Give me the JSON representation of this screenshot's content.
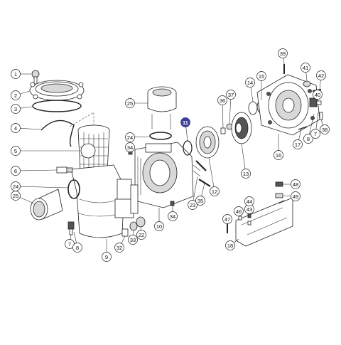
{
  "diagram": {
    "highlight_color": "#3b3f9a",
    "callouts": [
      {
        "id": "c1",
        "label": "1",
        "highlighted": false
      },
      {
        "id": "c2",
        "label": "2",
        "highlighted": false
      },
      {
        "id": "c3",
        "label": "3",
        "highlighted": false
      },
      {
        "id": "c4",
        "label": "4",
        "highlighted": false
      },
      {
        "id": "c5",
        "label": "5",
        "highlighted": false
      },
      {
        "id": "c6",
        "label": "6",
        "highlighted": false
      },
      {
        "id": "c24a",
        "label": "24",
        "highlighted": false
      },
      {
        "id": "c25a",
        "label": "25",
        "highlighted": false
      },
      {
        "id": "c7a",
        "label": "7",
        "highlighted": false
      },
      {
        "id": "c8a",
        "label": "8",
        "highlighted": false
      },
      {
        "id": "c9",
        "label": "9",
        "highlighted": false
      },
      {
        "id": "c32",
        "label": "32",
        "highlighted": false
      },
      {
        "id": "c33",
        "label": "33",
        "highlighted": false
      },
      {
        "id": "c22",
        "label": "22",
        "highlighted": false
      },
      {
        "id": "c10",
        "label": "10",
        "highlighted": false
      },
      {
        "id": "c25b",
        "label": "25",
        "highlighted": false
      },
      {
        "id": "c24b",
        "label": "24",
        "highlighted": false
      },
      {
        "id": "c34a",
        "label": "34",
        "highlighted": false
      },
      {
        "id": "c11",
        "label": "11",
        "highlighted": true
      },
      {
        "id": "c34b",
        "label": "34",
        "highlighted": false
      },
      {
        "id": "c23",
        "label": "23",
        "highlighted": false
      },
      {
        "id": "c35",
        "label": "35",
        "highlighted": false
      },
      {
        "id": "c12",
        "label": "12",
        "highlighted": false
      },
      {
        "id": "c36",
        "label": "36",
        "highlighted": false
      },
      {
        "id": "c37",
        "label": "37",
        "highlighted": false
      },
      {
        "id": "c13",
        "label": "13",
        "highlighted": false
      },
      {
        "id": "c14",
        "label": "14",
        "highlighted": false
      },
      {
        "id": "c15",
        "label": "15",
        "highlighted": false
      },
      {
        "id": "c16",
        "label": "16",
        "highlighted": false
      },
      {
        "id": "c39",
        "label": "39",
        "highlighted": false
      },
      {
        "id": "c41",
        "label": "41",
        "highlighted": false
      },
      {
        "id": "c42",
        "label": "42",
        "highlighted": false
      },
      {
        "id": "c40",
        "label": "40",
        "highlighted": false
      },
      {
        "id": "c8b",
        "label": "8",
        "highlighted": false
      },
      {
        "id": "c7b",
        "label": "7",
        "highlighted": false
      },
      {
        "id": "c38",
        "label": "38",
        "highlighted": false
      },
      {
        "id": "c17",
        "label": "17",
        "highlighted": false
      },
      {
        "id": "c48",
        "label": "48",
        "highlighted": false
      },
      {
        "id": "c49",
        "label": "49",
        "highlighted": false
      },
      {
        "id": "c47",
        "label": "47",
        "highlighted": false
      },
      {
        "id": "c46",
        "label": "46",
        "highlighted": false
      },
      {
        "id": "c43",
        "label": "43",
        "highlighted": false
      },
      {
        "id": "c44",
        "label": "44",
        "highlighted": false
      },
      {
        "id": "c18",
        "label": "18",
        "highlighted": false
      }
    ]
  }
}
